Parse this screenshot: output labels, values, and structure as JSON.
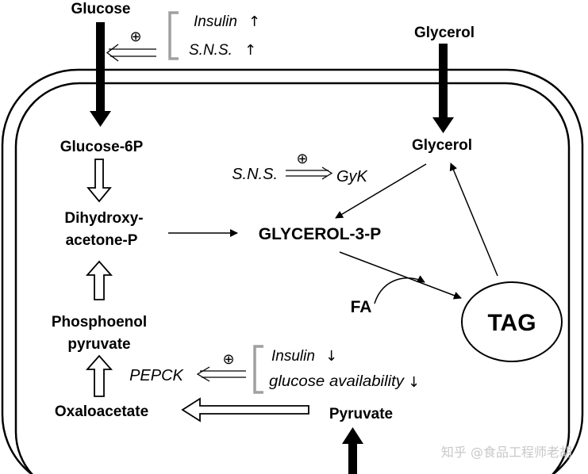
{
  "labels": {
    "glucose": "Glucose",
    "glycerol_outside": "Glycerol",
    "glucose_6p": "Glucose-6P",
    "glycerol_inside": "Glycerol",
    "dhap_line1": "Dihydroxy-",
    "dhap_line2": "acetone-P",
    "glycerol_3p": "GLYCEROL-3-P",
    "pep_line1": "Phosphoenol",
    "pep_line2": "pyruvate",
    "oxaloacetate": "Oxaloacetate",
    "pyruvate": "Pyruvate",
    "fa": "FA",
    "tag": "TAG",
    "gyk": "GyK",
    "pepck": "PEPCK",
    "sns_mid": "S.N.S."
  },
  "regulation_top": {
    "plus": "⊕",
    "line1": "Insulin",
    "line1_arrow": "↑",
    "line2": "S.N.S.",
    "line2_arrow": "↑"
  },
  "regulation_mid": {
    "plus": "⊕"
  },
  "regulation_bottom": {
    "plus": "⊕",
    "line1": "Insulin",
    "line1_arrow": "↓",
    "line2": "glucose availability",
    "line2_arrow": "↓"
  },
  "watermark": "知乎 @食品工程师老胡",
  "colors": {
    "bracket": "#a0a0a0",
    "ink": "#000000"
  }
}
